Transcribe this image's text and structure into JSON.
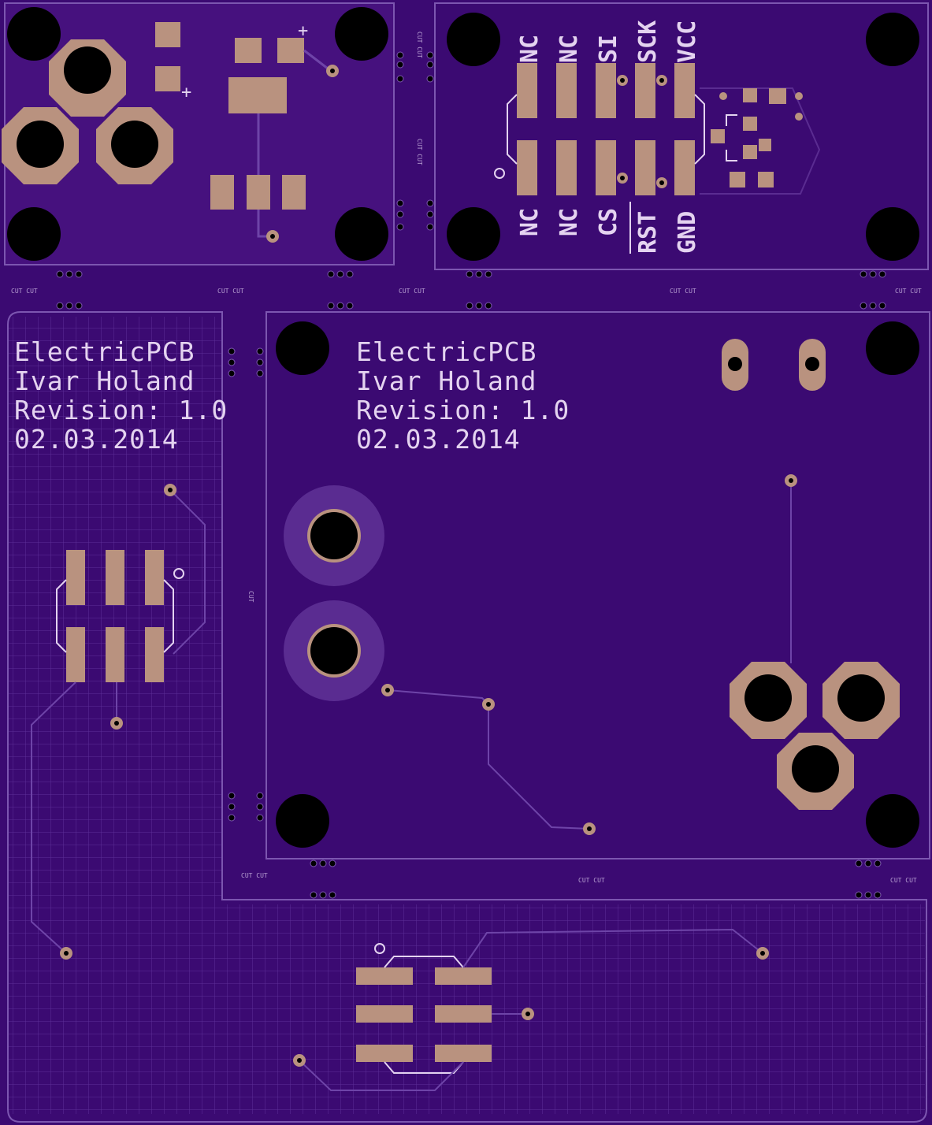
{
  "colors": {
    "board": "#3b0a72",
    "board_edge": "#2a0656",
    "outline": "#7c56b0",
    "copper": "#b9927f",
    "silk": "#e4d3f0",
    "hole": "#000000",
    "grid": "#5c2f98",
    "trace": "#6e44a8",
    "ring": "#5a2c91"
  },
  "module_left": {
    "line1": "ElectricPCB",
    "line2": "Ivar Holand",
    "line3": "Revision: 1.0",
    "line4": "02.03.2014"
  },
  "module_main": {
    "line1": "ElectricPCB",
    "line2": "Ivar Holand",
    "line3": "Revision: 1.0",
    "line4": "02.03.2014"
  },
  "connector_pins": {
    "top": [
      "NC",
      "NC",
      "SI",
      "SCK",
      "VCC"
    ],
    "bottom": [
      "NC",
      "NC",
      "CS",
      "RST",
      "GND"
    ]
  },
  "power_module": {
    "plus_a": "+",
    "plus_b": "+"
  },
  "tab_labels": {
    "cut": "CUT CUT",
    "cut_short": "CUT"
  }
}
